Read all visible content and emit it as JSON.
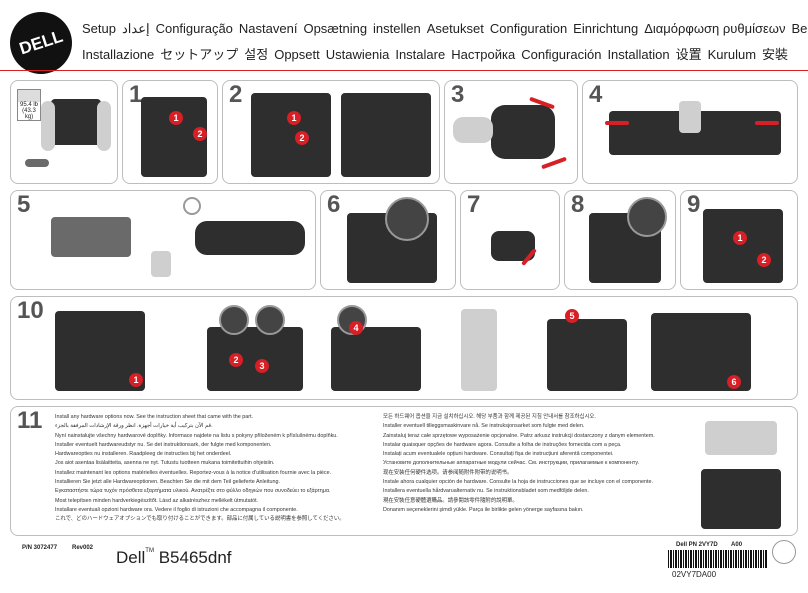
{
  "logo": "DELL",
  "title_row1": [
    "Setup",
    "إعداد",
    "Configuração",
    "Nastavení",
    "Opsætning",
    "instellen",
    "Asetukset",
    "Configuration",
    "Einrichtung",
    "Διαμόρφωση ρυθμίσεων",
    "Beállítás"
  ],
  "title_row2": [
    "Installazione",
    "セットアップ",
    "설정",
    "Oppsett",
    "Ustawienia",
    "Instalare",
    "Настройка",
    "Configuración",
    "Installation",
    "设置",
    "Kurulum",
    "安裝"
  ],
  "weight": [
    "95.4 lb",
    "(43.3 kg)"
  ],
  "steps": [
    "1",
    "2",
    "3",
    "4",
    "5",
    "6",
    "7",
    "8",
    "9",
    "10",
    "11"
  ],
  "callouts": [
    "1",
    "2",
    "1",
    "2",
    "1",
    "2",
    "1",
    "2",
    "3",
    "4",
    "5",
    "6"
  ],
  "install_text_left": [
    "Install any hardware options now. See the instruction sheet that came with the part.",
    "قم الآن بتركيب أية خيارات أجهزة. انظر ورقة الإرشادات المرفقة بالجزء.",
    "Nyní nainstalujte všechny hardwarové doplňky. Informace najdete na listu s pokyny přiloženém k příslušnému doplňku.",
    "Installer eventuelt hardwareudstyr nu. Se det instruktionsark, der fulgte med komponenten.",
    "Hardwareopties nu installeren. Raadpleeg de instructies bij het onderdeel.",
    "Jos aiot asentaa lisälaitteita, asenna ne nyt. Tutustu tuotteen mukana toimitettuihin ohjeisiin.",
    "Installez maintenant les options matérielles éventuelles. Reportez-vous à la notice d'utilisation fournie avec la pièce.",
    "Installieren Sie jetzt alle Hardwareoptionen. Beachten Sie die mit dem Teil gelieferte Anleitung.",
    "Εγκαταστήστε τώρα τυχόν πρόσθετα εξαρτήματα υλικού. Ανατρέξτε στο φύλλο οδηγιών που συνοδεύει το εξάρτημα.",
    "Most telepítsen minden hardverkiegészítőt. Lásd az alkatrészhez mellékelt útmutatót.",
    "Installare eventuali opzioni hardware ora. Vedere il foglio di istruzioni che accompagna il componente.",
    "これで、どのハードウェアオプションでも取り付けることができます。部品に付属している説明書を参照してください。"
  ],
  "install_text_right": [
    "모든 하드웨어 옵션을 지금 설치하십시오. 해당 부품과 함께 제공된 지침 안내서를 참조하십시오.",
    "Installer eventuell tilleggsmaskinvare nå. Se instruksjonsarket som fulgte med delen.",
    "Zainstaluj teraz całe sprzętowe wyposażenie opcjonalne. Patrz arkusz instrukcji dostarczony z danym elementem.",
    "Instalar quaisquer opções de hardware agora. Consulte a folha de instruções fornecida com a peça.",
    "Instalați acum eventualele opțiuni hardware. Consultați fișa de instrucțiuni aferentă componentei.",
    "Установите дополнительные аппаратные модули сейчас. См. инструкции, прилагаемые к компоненту.",
    "现在安装任何硬件选项。请参阅随附件附带的说明书。",
    "Instale ahora cualquier opción de hardware. Consulte la hoja de instrucciones que se incluye con el componente.",
    "Installera eventuella hårdvarualternativ nu. Se instruktionsbladet som medföljde delen.",
    "現在安裝任意硬體選購品。請參閱該零件隨附的說明單。",
    "Donanım seçeneklerini şimdi yükle. Parça ile birlikte gelen yönerge sayfasına bakın."
  ],
  "footer": {
    "pn": "P/N 3072477",
    "rev": "Rev002",
    "model_brand": "Dell",
    "model_tm": "TM",
    "model_name": "B5465dnf",
    "dell_pn": "Dell PN 2VY7D",
    "dell_rev": "A00",
    "barcode_text": "02VY7DA00"
  },
  "colors": {
    "accent": "#d71f26",
    "panel_border": "#bdbdbd"
  }
}
